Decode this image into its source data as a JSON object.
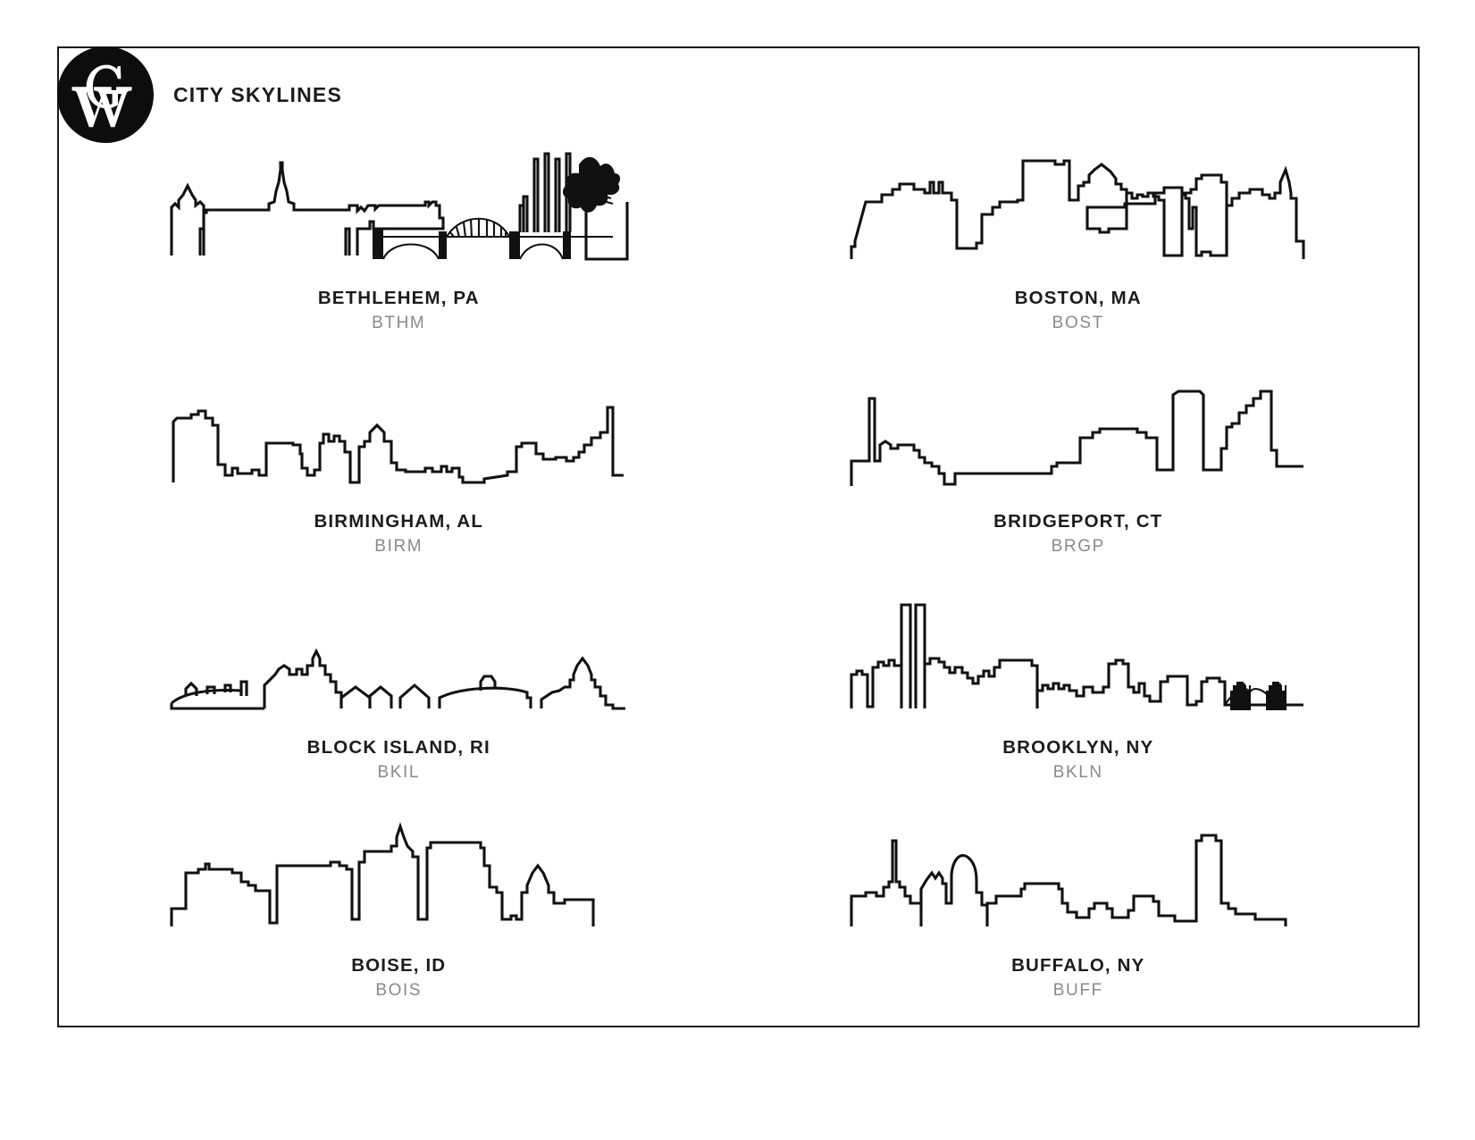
{
  "header": {
    "logo_name": "gw-monogram-logo",
    "logo_letters": "GW",
    "title": "CITY SKYLINES"
  },
  "colors": {
    "ink": "#111111",
    "frame": "#1a1a1a",
    "code_gray": "#8a8a8a",
    "background": "#ffffff"
  },
  "cities": [
    {
      "name": "BETHLEHEM, PA",
      "code": "BTHM",
      "skyline_id": "skyline-bethlehem"
    },
    {
      "name": "BOSTON, MA",
      "code": "BOST",
      "skyline_id": "skyline-boston"
    },
    {
      "name": "BIRMINGHAM, AL",
      "code": "BIRM",
      "skyline_id": "skyline-birmingham"
    },
    {
      "name": "BRIDGEPORT, CT",
      "code": "BRGP",
      "skyline_id": "skyline-bridgeport"
    },
    {
      "name": "BLOCK ISLAND, RI",
      "code": "BKIL",
      "skyline_id": "skyline-block-island"
    },
    {
      "name": "BROOKLYN, NY",
      "code": "BKLN",
      "skyline_id": "skyline-brooklyn"
    },
    {
      "name": "BOISE, ID",
      "code": "BOIS",
      "skyline_id": "skyline-boise"
    },
    {
      "name": "BUFFALO, NY",
      "code": "BUFF",
      "skyline_id": "skyline-buffalo"
    }
  ]
}
